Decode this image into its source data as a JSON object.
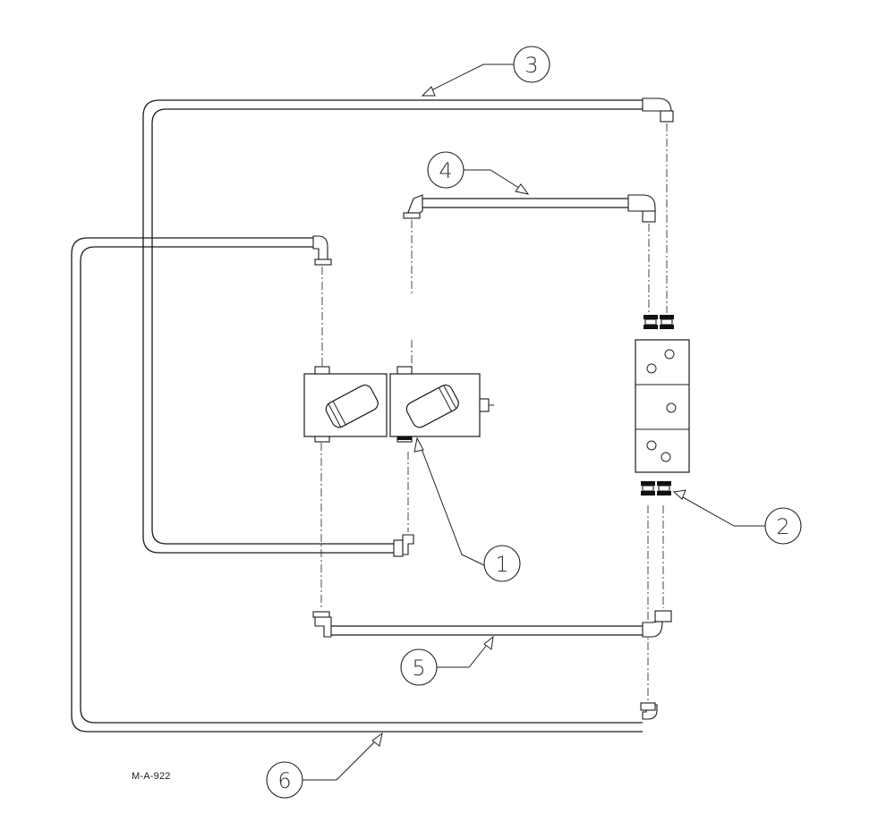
{
  "drawing_number": "M-A-922",
  "callouts": [
    {
      "id": "callout-1",
      "label": "1"
    },
    {
      "id": "callout-2",
      "label": "2"
    },
    {
      "id": "callout-3",
      "label": "3"
    },
    {
      "id": "callout-4",
      "label": "4"
    },
    {
      "id": "callout-5",
      "label": "5"
    },
    {
      "id": "callout-6",
      "label": "6"
    }
  ]
}
